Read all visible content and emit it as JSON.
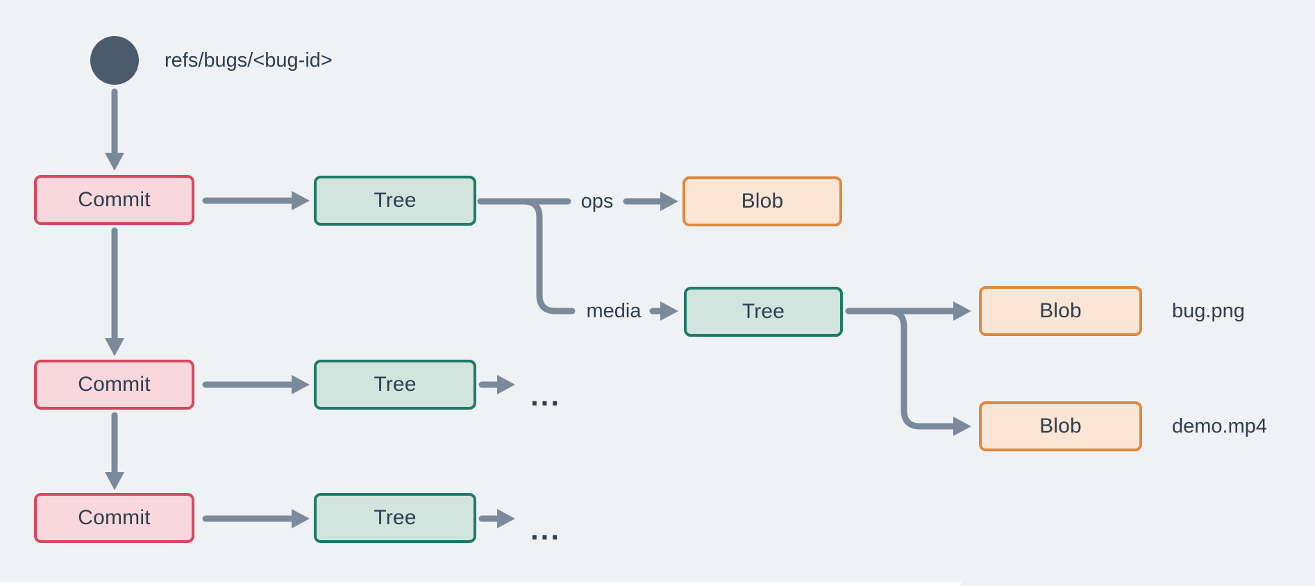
{
  "diagram": {
    "ref_label": "refs/bugs/<bug-id>",
    "commit_label": "Commit",
    "tree_label": "Tree",
    "blob_label": "Blob",
    "edge_labels": {
      "ops": "ops",
      "media": "media"
    },
    "file_labels": {
      "bug": "bug.png",
      "demo": "demo.mp4"
    },
    "ellipsis": "...",
    "colors": {
      "background": "#eff2f5",
      "connector": "#7b8a9b",
      "text": "#2e3e4f",
      "ref_circle": "#4c5b6c",
      "commit_fill": "#f8d8dd",
      "commit_border": "#d6485e",
      "tree_fill": "#d3e3de",
      "tree_border": "#1e7a66",
      "blob_fill": "#fbe5d5",
      "blob_border": "#e0883e"
    }
  }
}
